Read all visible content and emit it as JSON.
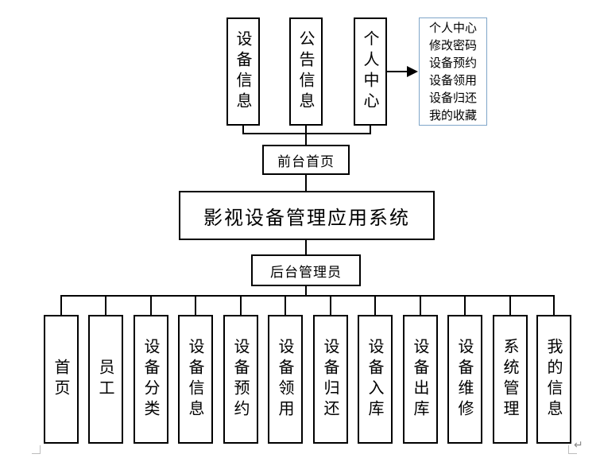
{
  "diagram": {
    "system": "影视设备管理应用系统",
    "frontend": {
      "label": "前台首页",
      "modules": [
        "设备信息",
        "公告信息",
        "个人中心"
      ]
    },
    "personal_center_items": [
      "个人中心",
      "修改密码",
      "设备预约",
      "设备领用",
      "设备归还",
      "我的收藏"
    ],
    "backend": {
      "label": "后台管理员",
      "modules": [
        "首页",
        "员工",
        "设备分类",
        "设备信息",
        "设备预约",
        "设备领用",
        "设备归还",
        "设备入库",
        "设备出库",
        "设备维修",
        "系统管理",
        "我的信息"
      ]
    }
  }
}
